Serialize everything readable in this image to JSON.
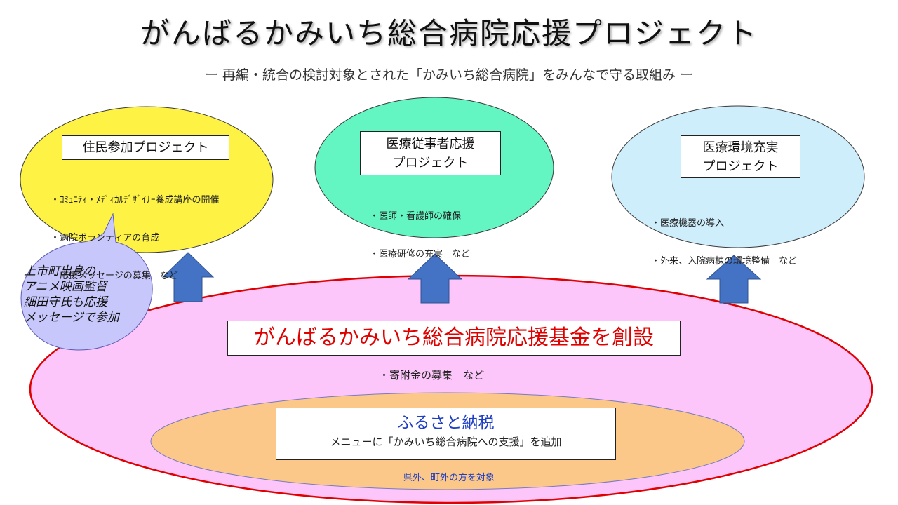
{
  "title": "がんばるかみいち総合病院応援プロジェクト",
  "subtitle": "ー 再編・統合の検討対象とされた「かみいち総合病院」をみんなで守る取組み ー",
  "projects": [
    {
      "label": "住民参加プロジェクト",
      "items": [
        "・ｺﾐｭﾆﾃｨ・ﾒﾃﾞｨｶﾙﾃﾞｻﾞｲﾅｰ養成講座の開催",
        "・病院ボランティアの育成",
        "・応援メッセージの募集　など"
      ],
      "color": "#fef345"
    },
    {
      "label_line1": "医療従事者応援",
      "label_line2": "プロジェクト",
      "items": [
        "・医師・看護師の確保",
        "・医療研修の充実　など"
      ],
      "color": "#63f5c2"
    },
    {
      "label_line1": "医療環境充実",
      "label_line2": "プロジェクト",
      "items": [
        "・医療機器の導入",
        "・外来、入院病棟の環境整備　など"
      ],
      "color": "#cfeefc"
    }
  ],
  "bubble": {
    "lines": [
      "上市町出身の",
      "アニメ映画監督",
      "細田守氏も応援",
      "メッセージで参加"
    ],
    "color": "#c7c7fb"
  },
  "fund": {
    "label": "がんばるかみいち総合病院応援基金を創設",
    "note": "・寄附金の募集　など",
    "color": "#fdc6fb",
    "border_color": "#e00000"
  },
  "furusato": {
    "title": "ふるさと納税",
    "desc": "メニューに「かみいち総合病院への支援」を追加",
    "note": "県外、町外の方を対象",
    "color": "#fcc889"
  },
  "arrow_color": "#4472c4"
}
